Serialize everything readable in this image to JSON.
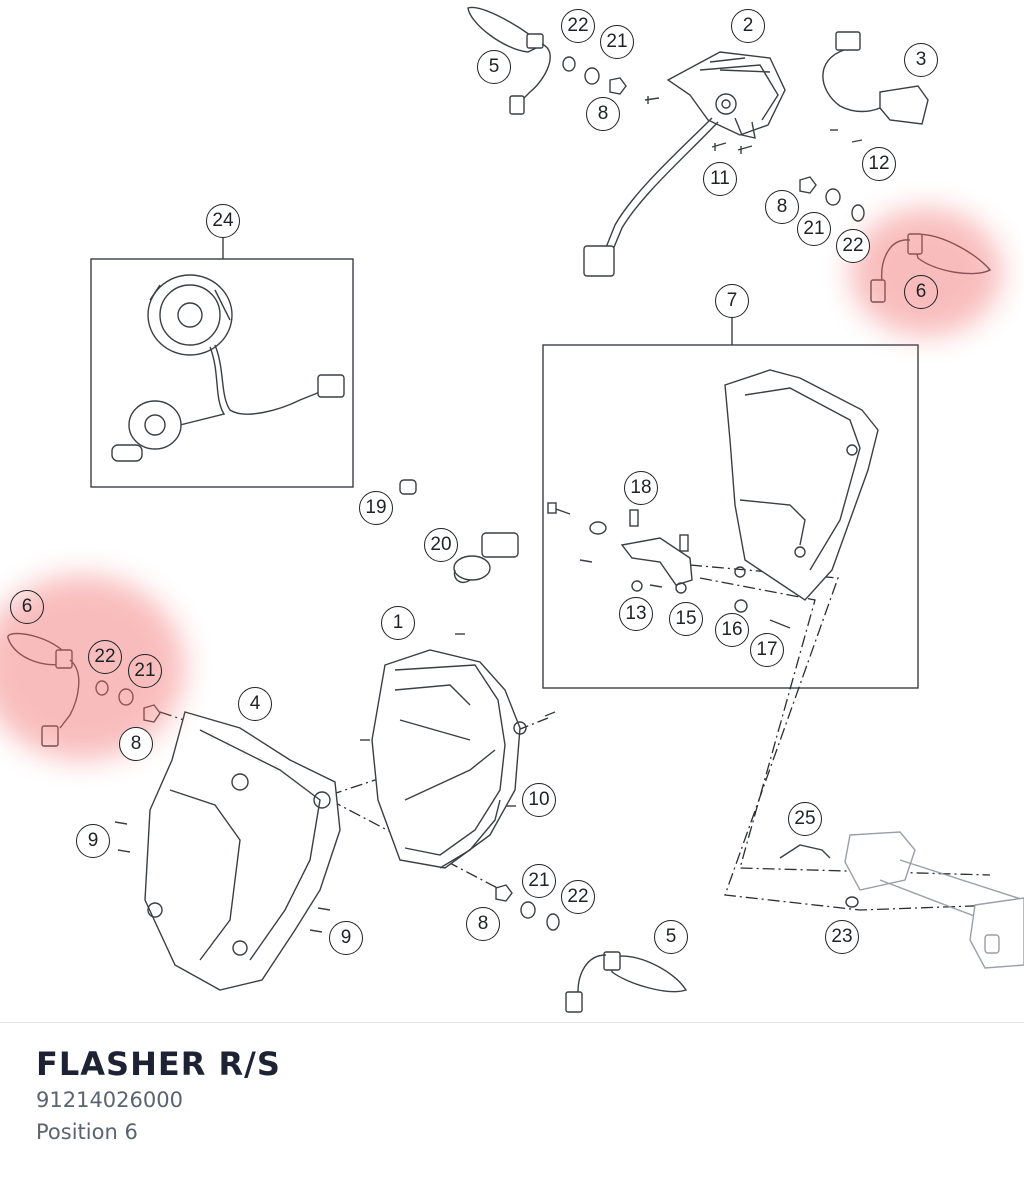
{
  "part": {
    "name": "FLASHER R/S",
    "number": "91214026000",
    "position_label": "Position 6"
  },
  "colors": {
    "highlight": "#f26d6d",
    "title": "#1d2334",
    "subtext": "#5b6270",
    "line": "#3a3f44"
  },
  "callouts": {
    "c1": "1",
    "c2": "2",
    "c3": "3",
    "c4": "4",
    "c5a": "5",
    "c5b": "5",
    "c6a": "6",
    "c6b": "6",
    "c7": "7",
    "c8a": "8",
    "c8b": "8",
    "c8c": "8",
    "c8d": "8",
    "c9a": "9",
    "c9b": "9",
    "c10": "10",
    "c11": "11",
    "c12": "12",
    "c13": "13",
    "c15": "15",
    "c16": "16",
    "c17": "17",
    "c18": "18",
    "c19": "19",
    "c20": "20",
    "c21a": "21",
    "c21b": "21",
    "c21c": "21",
    "c21d": "21",
    "c22a": "22",
    "c22b": "22",
    "c22c": "22",
    "c22d": "22",
    "c23": "23",
    "c24": "24",
    "c25": "25"
  }
}
